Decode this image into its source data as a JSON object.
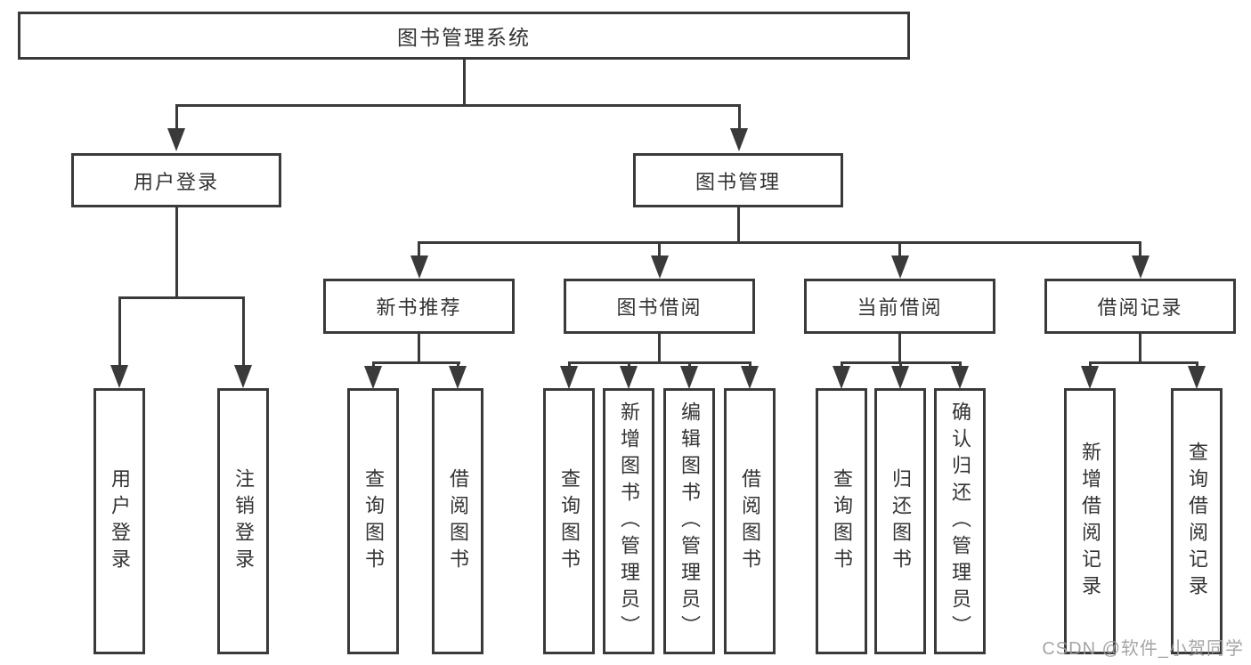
{
  "diagram": {
    "root": "图书管理系统",
    "level2": {
      "user_login": "用户登录",
      "book_mgmt": "图书管理"
    },
    "level3": {
      "new_books": "新书推荐",
      "book_borrow": "图书借阅",
      "current_borrow": "当前借阅",
      "borrow_records": "借阅记录"
    },
    "leaves": {
      "user_login": [
        "用户登录",
        "注销登录"
      ],
      "new_books": [
        "查询图书",
        "借阅图书"
      ],
      "book_borrow": [
        "查询图书",
        "新增图书（管理员）",
        "编辑图书（管理员）",
        "借阅图书"
      ],
      "current_borrow": [
        "查询图书",
        "归还图书",
        "确认归还（管理员）"
      ],
      "borrow_records": [
        "新增借阅记录",
        "查询借阅记录"
      ]
    },
    "colors": {
      "line": "#3a3a3a",
      "text": "#333333",
      "watermark": "#9c9c9c"
    },
    "watermark": "CSDN @软件_小贺同学"
  }
}
